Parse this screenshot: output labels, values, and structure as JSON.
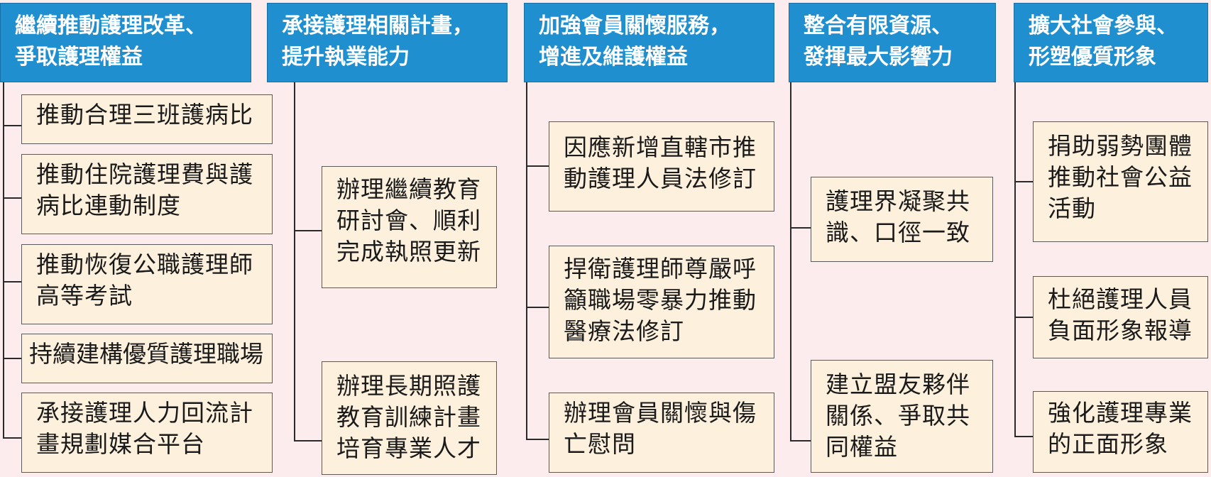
{
  "columns": [
    {
      "title_lines": [
        "繼續推動護理改革、",
        "爭取護理權益"
      ],
      "items": [
        {
          "lines": [
            "推動合理三班護病比"
          ]
        },
        {
          "lines": [
            "推動住院護理費與護",
            "病比連動制度"
          ]
        },
        {
          "lines": [
            "推動恢復公職護理師",
            "高等考試"
          ]
        },
        {
          "lines": [
            "持續建構優質護理職場"
          ]
        },
        {
          "lines": [
            "承接護理人力回流計",
            "畫規劃媒合平台"
          ]
        }
      ]
    },
    {
      "title_lines": [
        "承接護理相關計畫，",
        "提升執業能力"
      ],
      "items": [
        {
          "lines": [
            "辦理繼續教育",
            "研討會、順利",
            "完成執照更新"
          ]
        },
        {
          "lines": [
            "辦理長期照護",
            "教育訓練計畫",
            "培育專業人才"
          ]
        }
      ]
    },
    {
      "title_lines": [
        "加強會員關懷服務，",
        "增進及維護權益"
      ],
      "items": [
        {
          "lines": [
            "因應新增直轄市推",
            "動護理人員法修訂"
          ]
        },
        {
          "lines": [
            "捍衛護理師尊嚴呼",
            "籲職場零暴力推動",
            "醫療法修訂"
          ]
        },
        {
          "lines": [
            "辦理會員關懷與傷",
            "亡慰問"
          ]
        }
      ]
    },
    {
      "title_lines": [
        "整合有限資源、",
        "發揮最大影響力"
      ],
      "items": [
        {
          "lines": [
            "護理界凝聚共",
            "識、口徑一致"
          ]
        },
        {
          "lines": [
            "建立盟友夥伴",
            "關係、爭取共",
            "同權益"
          ]
        }
      ]
    },
    {
      "title_lines": [
        "擴大社會參與、",
        "形塑優質形象"
      ],
      "items": [
        {
          "lines": [
            "捐助弱勢團體",
            "推動社會公益",
            "活動"
          ]
        },
        {
          "lines": [
            "杜絕護理人員",
            "負面形象報導"
          ]
        },
        {
          "lines": [
            "強化護理專業",
            "的正面形象"
          ]
        }
      ]
    }
  ],
  "colors": {
    "header_bg": "#1f8fd0",
    "header_text": "#ffffff",
    "box_bg": "#fdf1de",
    "background": "#fcecee",
    "connector": "#2a2a2a"
  }
}
